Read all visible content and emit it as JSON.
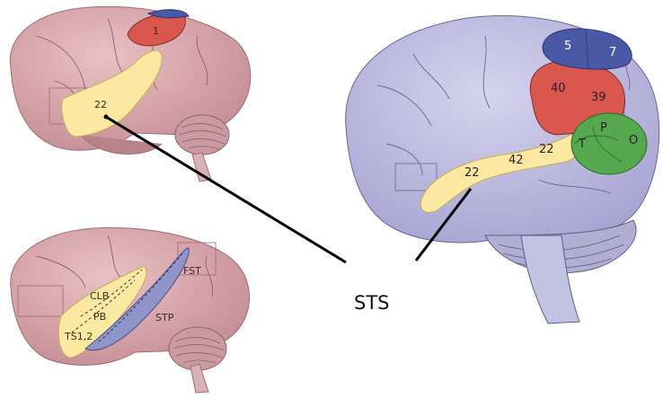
{
  "figure": {
    "pointer_label": "STS",
    "top_left_monkey": {
      "areas": [
        "1",
        "22"
      ]
    },
    "bottom_left_monkey": {
      "areas": [
        "FST",
        "CLB",
        "PB",
        "STP",
        "TS1,2"
      ]
    },
    "human": {
      "areas": [
        "5",
        "7",
        "40",
        "39",
        "P",
        "T",
        "O",
        "42",
        "22",
        "22"
      ]
    }
  },
  "colors": {
    "monkey_brain": "#d9a3a8",
    "human_brain": "#b9b6dc",
    "cerebellum_pink": "#cfa3a6",
    "cerebellum_lavender": "#b1aed2",
    "yellow_area": "#fbe9a2",
    "red_area": "#d9574d",
    "blue_area": "#4a59a6",
    "green_area": "#56a84f",
    "sts_groove": "#8f95c9",
    "pointer_line": "#000000"
  }
}
